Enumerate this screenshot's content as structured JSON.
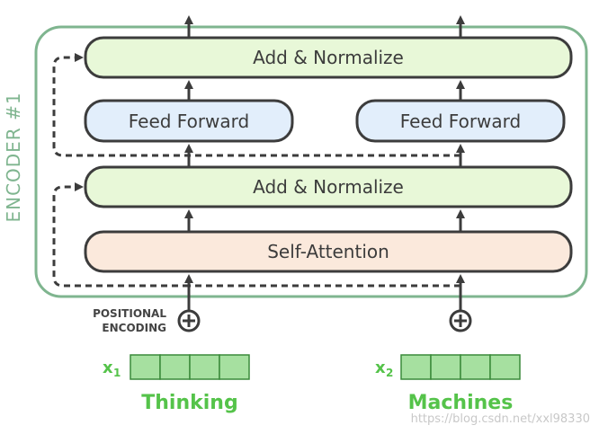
{
  "encoder": {
    "label": "ENCODER #1",
    "add_normalize_top": "Add & Normalize",
    "feed_forward_left": "Feed Forward",
    "feed_forward_right": "Feed Forward",
    "add_normalize_bottom": "Add & Normalize",
    "self_attention": "Self-Attention"
  },
  "positional": {
    "line1": "POSITIONAL",
    "line2": "ENCODING"
  },
  "inputs": [
    {
      "x_symbol": "x",
      "x_sub": "1",
      "word": "Thinking"
    },
    {
      "x_symbol": "x",
      "x_sub": "2",
      "word": "Machines"
    }
  ],
  "watermark": "https://blog.csdn.net/xxl98330",
  "colors": {
    "encoder_border": "#7fb58f",
    "add_norm_fill": "#e8f8d8",
    "feed_forward_fill": "#e2eefb",
    "self_attention_fill": "#fbe9dc",
    "box_border": "#3c3c3c",
    "word_green": "#55c34a",
    "vector_fill": "#a6e0a0",
    "vector_border": "#3a8a3a"
  }
}
